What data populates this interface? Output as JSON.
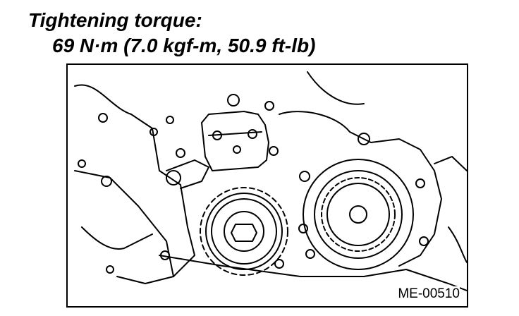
{
  "instruction": {
    "heading": "Tightening torque:",
    "spec": "69 N·m (7.0 kgf-m, 50.9 ft-lb)"
  },
  "figure": {
    "code": "ME-00510",
    "subject": "engine-timing-sprockets-illustration"
  }
}
